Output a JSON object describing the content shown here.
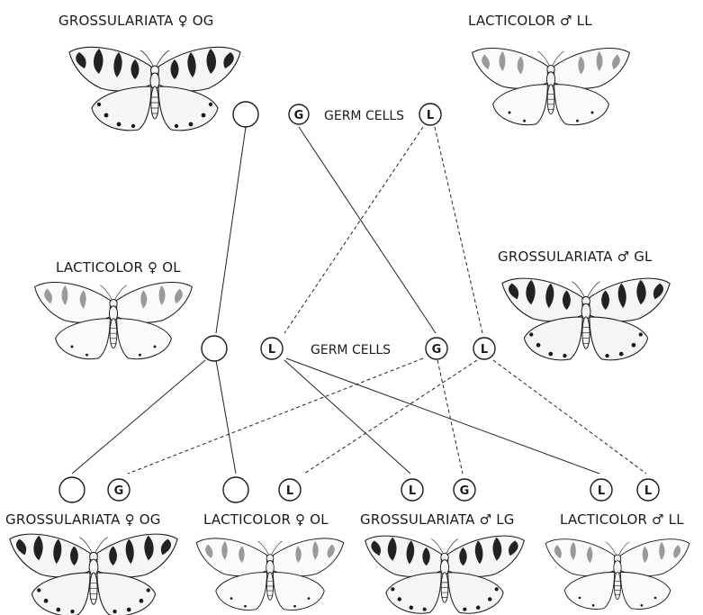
{
  "generation1": {
    "female": {
      "label": "GROSSULARIATA ♀ OG",
      "pattern": "dark"
    },
    "male": {
      "label": "LACTICOLOR ♂ LL",
      "pattern": "light"
    },
    "germ_cells_label": "GERM CELLS",
    "cells": [
      "",
      "G",
      "L"
    ]
  },
  "generation2": {
    "female": {
      "label": "LACTICOLOR ♀ OL",
      "pattern": "light"
    },
    "male": {
      "label": "GROSSULARIATA ♂ GL",
      "pattern": "dark"
    },
    "germ_cells_label": "GERM CELLS",
    "cells": [
      "",
      "L",
      "G",
      "L"
    ]
  },
  "generation3": {
    "offspring": [
      {
        "label": "GROSSULARIATA ♀ OG",
        "pattern": "dark",
        "cells": [
          "",
          "G"
        ]
      },
      {
        "label": "LACTICOLOR ♀ OL",
        "pattern": "light",
        "cells": [
          "",
          "L"
        ]
      },
      {
        "label": "GROSSULARIATA ♂ LG",
        "pattern": "dark",
        "cells": [
          "L",
          "G"
        ]
      },
      {
        "label": "LACTICOLOR ♂ LL",
        "pattern": "light",
        "cells": [
          "L",
          "L"
        ]
      }
    ]
  }
}
